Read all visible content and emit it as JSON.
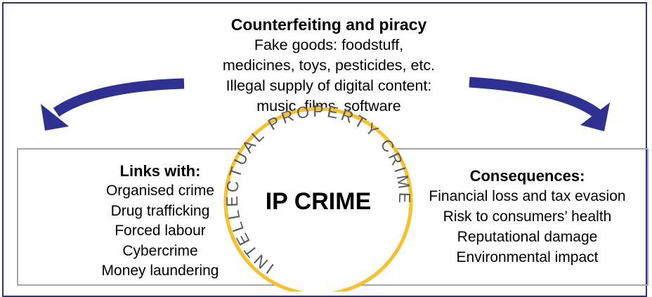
{
  "top": {
    "title": "Counterfeiting and piracy",
    "lines": [
      "Fake goods: foodstuff,",
      "medicines, toys, pesticides, etc.",
      "Illegal supply of digital content:",
      "music, films, software"
    ]
  },
  "left": {
    "title": "Links with:",
    "items": [
      "Organised crime",
      "Drug trafficking",
      "Forced labour",
      "Cybercrime",
      "Money laundering"
    ]
  },
  "right": {
    "title": "Consequences:",
    "items": [
      "Financial loss and tax evasion",
      "Risk to consumers’ health",
      "Reputational damage",
      "Environmental impact"
    ]
  },
  "seal": {
    "center_text": "IP CRIME",
    "ring_text": "INTELLECTUAL PROPERTY CRIME"
  },
  "colors": {
    "frame": "#2e3192",
    "arrows": "#2e3192",
    "seal_ring": "#f7c12b",
    "inner_box": "#a6a6a6"
  }
}
